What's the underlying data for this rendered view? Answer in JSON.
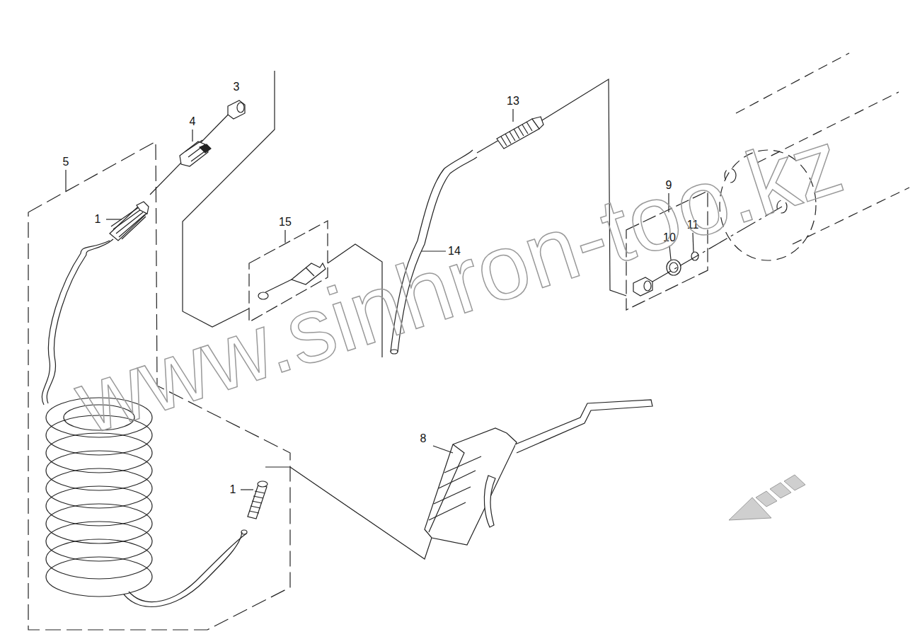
{
  "diagram": {
    "labels": [
      "3",
      "4",
      "5",
      "1",
      "15",
      "13",
      "14",
      "9",
      "10",
      "11",
      "8",
      "1",
      "www.sinhron-too.kz"
    ]
  }
}
